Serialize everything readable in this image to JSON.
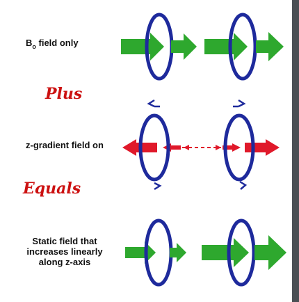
{
  "rows": {
    "b0_label": "B",
    "b0_sub": "o",
    "b0_rest": " field only",
    "plus": "Plus",
    "gradient_label": "z-gradient field on",
    "equals": "Equals",
    "static_line1": "Static field that",
    "static_line2": "increases linearly",
    "static_line3": "along z-axis"
  },
  "colors": {
    "coil": "#1e2a9c",
    "green_arrow": "#2ea82e",
    "red_arrow": "#e0192a",
    "script_text": "#cc1111",
    "frame": "#4a4f54"
  },
  "icons": [
    "coil-ring-icon",
    "field-arrow-icon",
    "current-direction-arrow-icon"
  ]
}
